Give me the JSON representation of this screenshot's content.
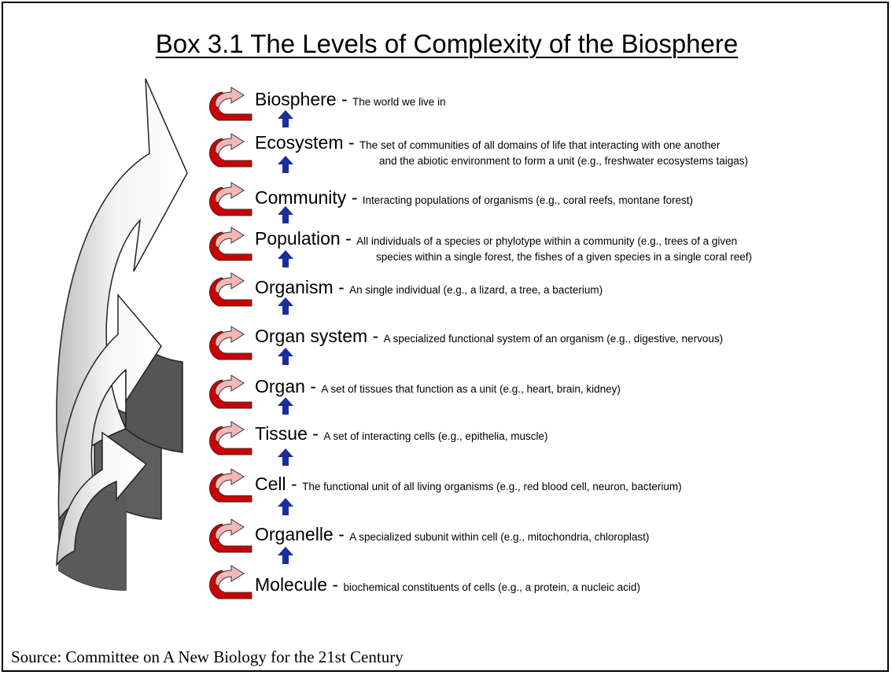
{
  "title": "Box 3.1 The Levels of Complexity of the Biosphere",
  "levels": [
    {
      "name": "Biosphere",
      "desc": "The world we live in"
    },
    {
      "name": "Ecosystem",
      "desc": "The set of communities of all domains of life that interacting with one another",
      "desc2": "and the abiotic environment to form a unit (e.g., freshwater ecosystems taigas)"
    },
    {
      "name": "Community",
      "desc": "Interacting populations of organisms (e.g., coral reefs, montane forest)"
    },
    {
      "name": "Population",
      "desc": "All individuals of a species or phylotype within a community (e.g., trees of a given",
      "desc2": "species within a single forest, the fishes of a given species in a single coral reef)"
    },
    {
      "name": "Organism",
      "desc": "An single individual (e.g., a lizard, a tree, a bacterium)"
    },
    {
      "name": "Organ system",
      "desc": "A specialized functional system of an organism (e.g., digestive, nervous)"
    },
    {
      "name": "Organ",
      "desc": "A set of tissues that function as a unit (e.g., heart, brain, kidney)"
    },
    {
      "name": "Tissue",
      "desc": "A set of interacting cells (e.g., epithelia, muscle)"
    },
    {
      "name": "Cell",
      "desc": "The functional unit of all living organisms (e.g., red blood cell,  neuron, bacterium)"
    },
    {
      "name": "Organelle",
      "desc": "A specialized subunit within cell (e.g., mitochondria, chloroplast)"
    },
    {
      "name": "Molecule",
      "desc": "biochemical constituents of cells (e.g., a protein, a nucleic acid)"
    }
  ],
  "separator": " - ",
  "source": "Source: Committee on A New Biology for the 21st Century",
  "colors": {
    "curl_red": "#cc0000",
    "curl_pink": "#f5b7b7",
    "up_arrow": "#1a2d9e",
    "big_arrow_light": "#f2f2f2",
    "big_arrow_dark": "#555555"
  },
  "icons": {
    "curl": "curved-arrow-icon",
    "up": "up-arrow-icon",
    "big": "large-curved-arrow"
  }
}
